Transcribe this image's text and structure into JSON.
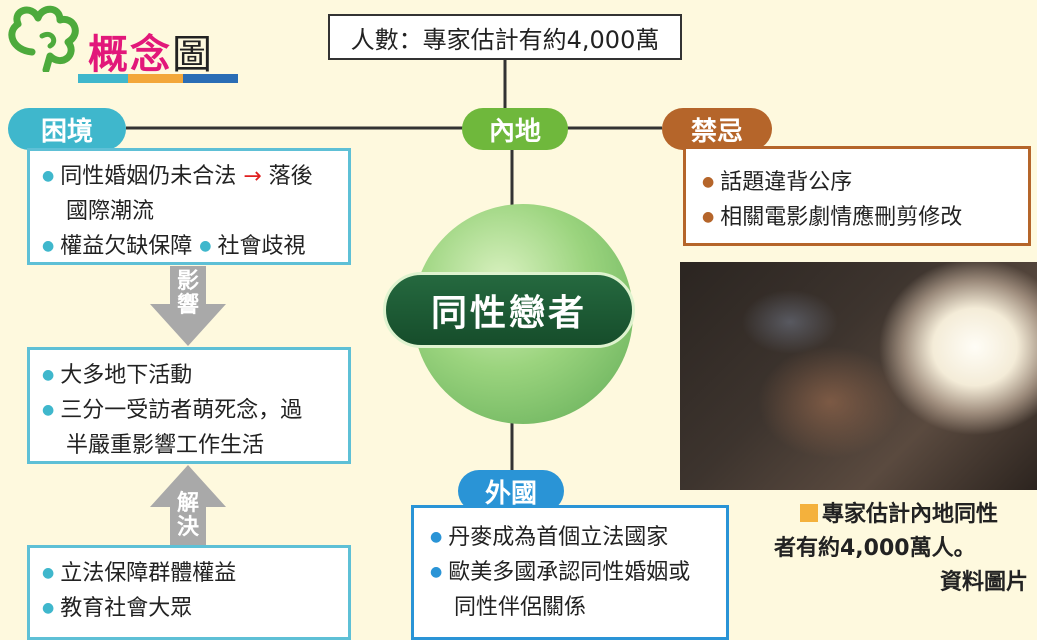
{
  "title": {
    "highlight": "概念",
    "rest": "圖"
  },
  "top_box": "人數：專家估計有約4,000萬",
  "center": "同性戀者",
  "nodes": {
    "dilemma": {
      "label": "困境",
      "items": [
        {
          "before": "同性婚姻仍未合法",
          "arrow": "→",
          "after": "落後",
          "cont": "國際潮流"
        },
        {
          "text1": "權益欠缺保障",
          "text2": "社會歧視"
        }
      ]
    },
    "mainland": {
      "label": "內地"
    },
    "taboo": {
      "label": "禁忌",
      "items": [
        "話題違背公序",
        "相關電影劇情應刪剪修改"
      ]
    },
    "foreign": {
      "label": "外國",
      "items": [
        "丹麥成為首個立法國家",
        "歐美多國承認同性婚姻或",
        "同性伴侶關係"
      ]
    }
  },
  "impact": {
    "arrow_label": [
      "影",
      "響"
    ],
    "items": [
      "大多地下活動",
      "三分一受訪者萌死念，過",
      "半嚴重影響工作生活"
    ]
  },
  "solution": {
    "arrow_label": [
      "解",
      "決"
    ],
    "items": [
      "立法保障群體權益",
      "教育社會大眾"
    ]
  },
  "photo": {
    "caption_1": "專家估計內地同性",
    "caption_2": "者有約4,000萬人。",
    "credit": "資料圖片"
  },
  "colors": {
    "dilemma": "#3fb7cc",
    "mainland": "#6fb83c",
    "taboo": "#b5652a",
    "foreign": "#2a94d6",
    "center": "#1d5a35",
    "title_highlight": "#e2187a",
    "caption_square": "#f4b13c"
  }
}
